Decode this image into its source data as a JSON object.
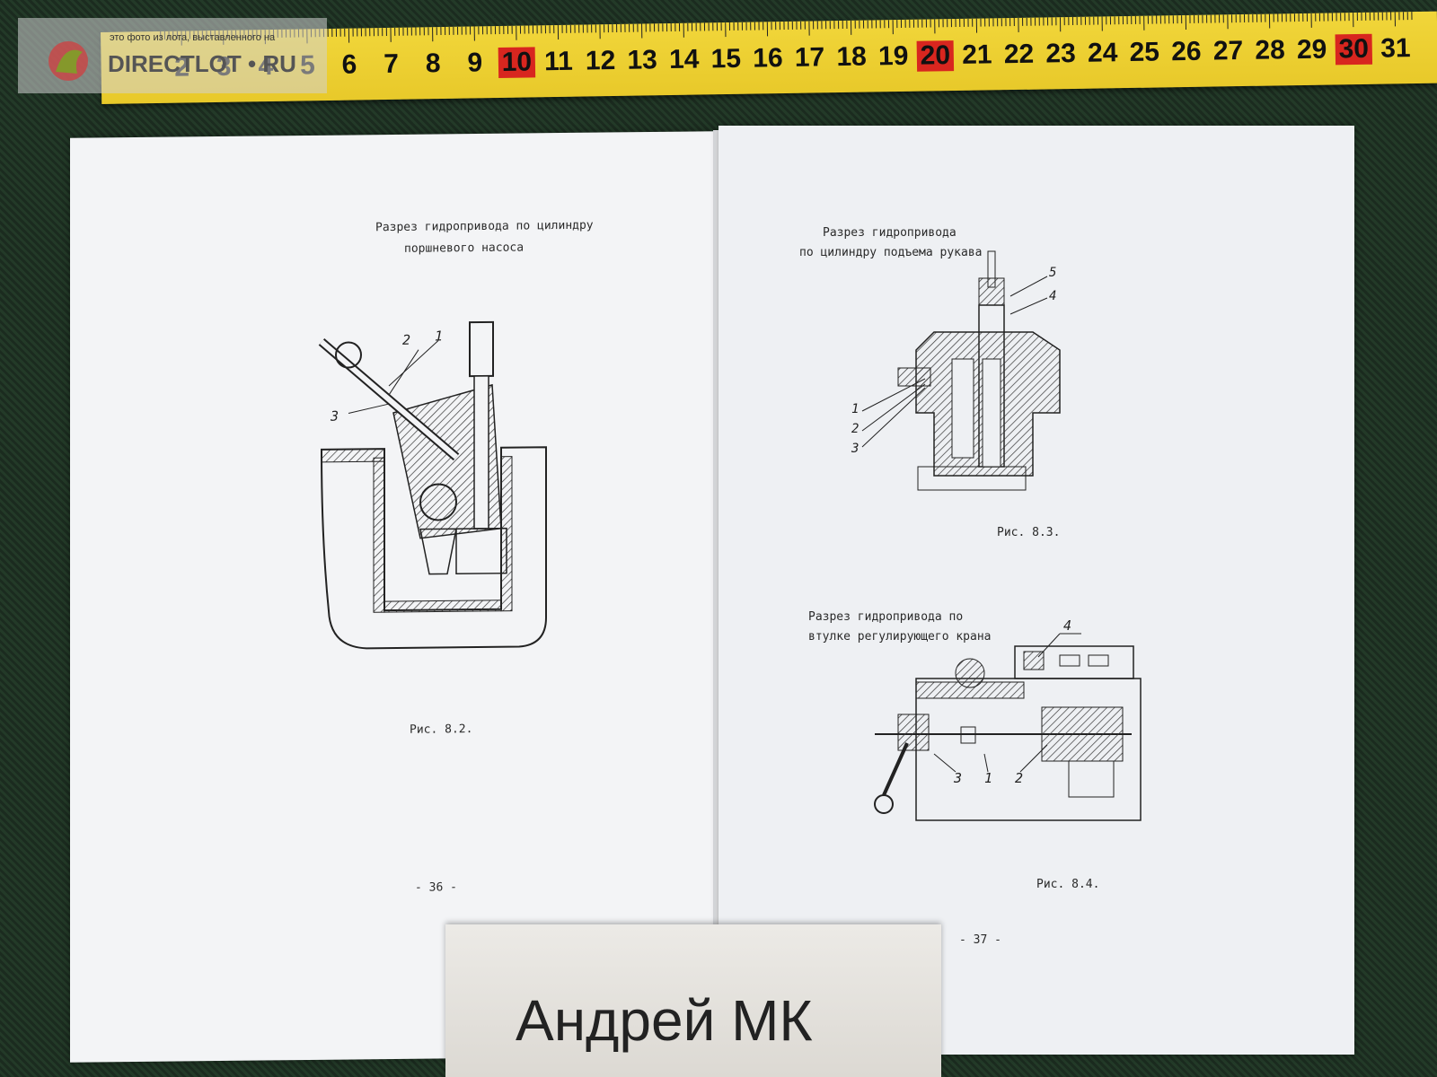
{
  "watermark": {
    "small_text": "это фото из лота, выставленного на",
    "site": "DIRECTLOT • RU"
  },
  "tape": {
    "numbers": [
      "2",
      "3",
      "4",
      "5",
      "6",
      "7",
      "8",
      "9",
      "10",
      "11",
      "12",
      "13",
      "14",
      "15",
      "16",
      "17",
      "18",
      "19",
      "20",
      "21",
      "22",
      "23",
      "24",
      "25",
      "26",
      "27",
      "28",
      "29",
      "30",
      "31"
    ],
    "highlighted": [
      "10",
      "20",
      "30"
    ],
    "accent": "#e8c92a",
    "highlight_color": "#d8261f"
  },
  "left_page": {
    "title_line1": "Разрез гидропривода по цилиндру",
    "title_line2": "поршневого насоса",
    "caption": "Рис. 8.2.",
    "page_number": "- 36 -",
    "callouts": [
      "2",
      "1",
      "3"
    ]
  },
  "right_page": {
    "top_title_line1": "Разрез гидропривода",
    "top_title_line2": "по цилиндру подъема рукава",
    "top_caption": "Рис. 8.3.",
    "top_callouts": [
      "5",
      "4",
      "1",
      "2",
      "3"
    ],
    "bottom_title_line1": "Разрез гидропривода по",
    "bottom_title_line2": "втулке регулирующего крана",
    "bottom_caption": "Рис. 8.4.",
    "bottom_callouts": [
      "4",
      "3",
      "1",
      "2"
    ],
    "page_number": "- 37 -"
  },
  "name_card": {
    "text": "Андрей МК"
  }
}
